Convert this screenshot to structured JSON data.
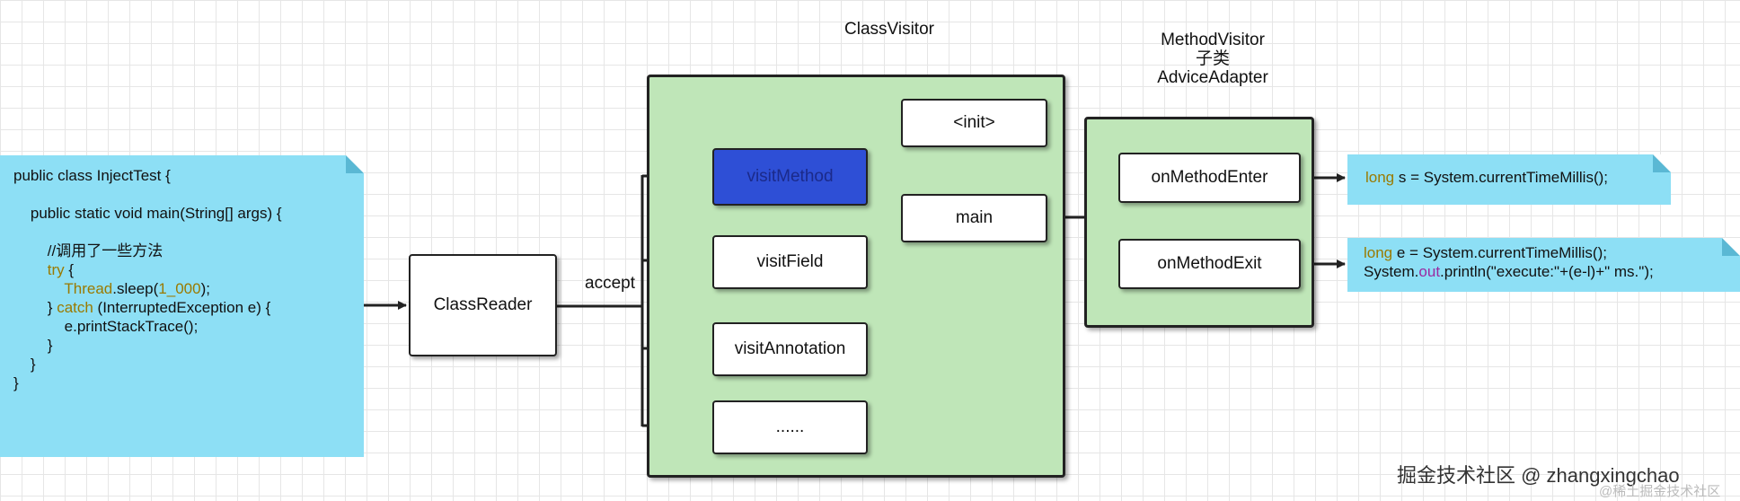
{
  "title_classvisitor": "ClassVisitor",
  "title_methodvisitor": [
    "MethodVisitor",
    "子类",
    "AdviceAdapter"
  ],
  "source_code": [
    {
      "parts": [
        {
          "t": "public class InjectTest {"
        }
      ]
    },
    {
      "parts": [
        {
          "t": ""
        }
      ]
    },
    {
      "parts": [
        {
          "t": "    public static void main(String[] args) {"
        }
      ]
    },
    {
      "parts": [
        {
          "t": ""
        }
      ]
    },
    {
      "parts": [
        {
          "t": "        //调用了一些方法"
        }
      ]
    },
    {
      "parts": [
        {
          "t": "        ",
          "c": ""
        },
        {
          "t": "try",
          "c": "kw"
        },
        {
          "t": " {"
        }
      ]
    },
    {
      "parts": [
        {
          "t": "            "
        },
        {
          "t": "Thread",
          "c": "kw"
        },
        {
          "t": ".sleep("
        },
        {
          "t": "1_000",
          "c": "kw"
        },
        {
          "t": ");"
        }
      ]
    },
    {
      "parts": [
        {
          "t": "        } "
        },
        {
          "t": "catch",
          "c": "kw"
        },
        {
          "t": " (InterruptedException e) {"
        }
      ]
    },
    {
      "parts": [
        {
          "t": "            e.printStackTrace();"
        }
      ]
    },
    {
      "parts": [
        {
          "t": "        }"
        }
      ]
    },
    {
      "parts": [
        {
          "t": "    }"
        }
      ]
    },
    {
      "parts": [
        {
          "t": "}"
        }
      ]
    }
  ],
  "class_reader": "ClassReader",
  "accept_label": "accept",
  "visitors": {
    "visit_method": "visitMethod",
    "visit_field": "visitField",
    "visit_annotation": "visitAnnotation",
    "ellipsis": "......"
  },
  "methods": {
    "init": "<init>",
    "main": "main"
  },
  "advice": {
    "enter": "onMethodEnter",
    "exit": "onMethodExit"
  },
  "note_enter": [
    {
      "parts": [
        {
          "t": "long",
          "c": "kw"
        },
        {
          "t": " s = System.currentTimeMillis();"
        }
      ]
    }
  ],
  "note_exit": [
    {
      "parts": [
        {
          "t": "long",
          "c": "kw"
        },
        {
          "t": " e = System.currentTimeMillis();"
        }
      ]
    },
    {
      "parts": [
        {
          "t": "System."
        },
        {
          "t": "out",
          "c": "fld"
        },
        {
          "t": ".println(\"execute:\"+(e-l)+\" ms.\");"
        }
      ]
    }
  ],
  "watermark": "掘金技术社区 @ zhangxingchao",
  "watermark_small": "@稀土掘金技术社区"
}
